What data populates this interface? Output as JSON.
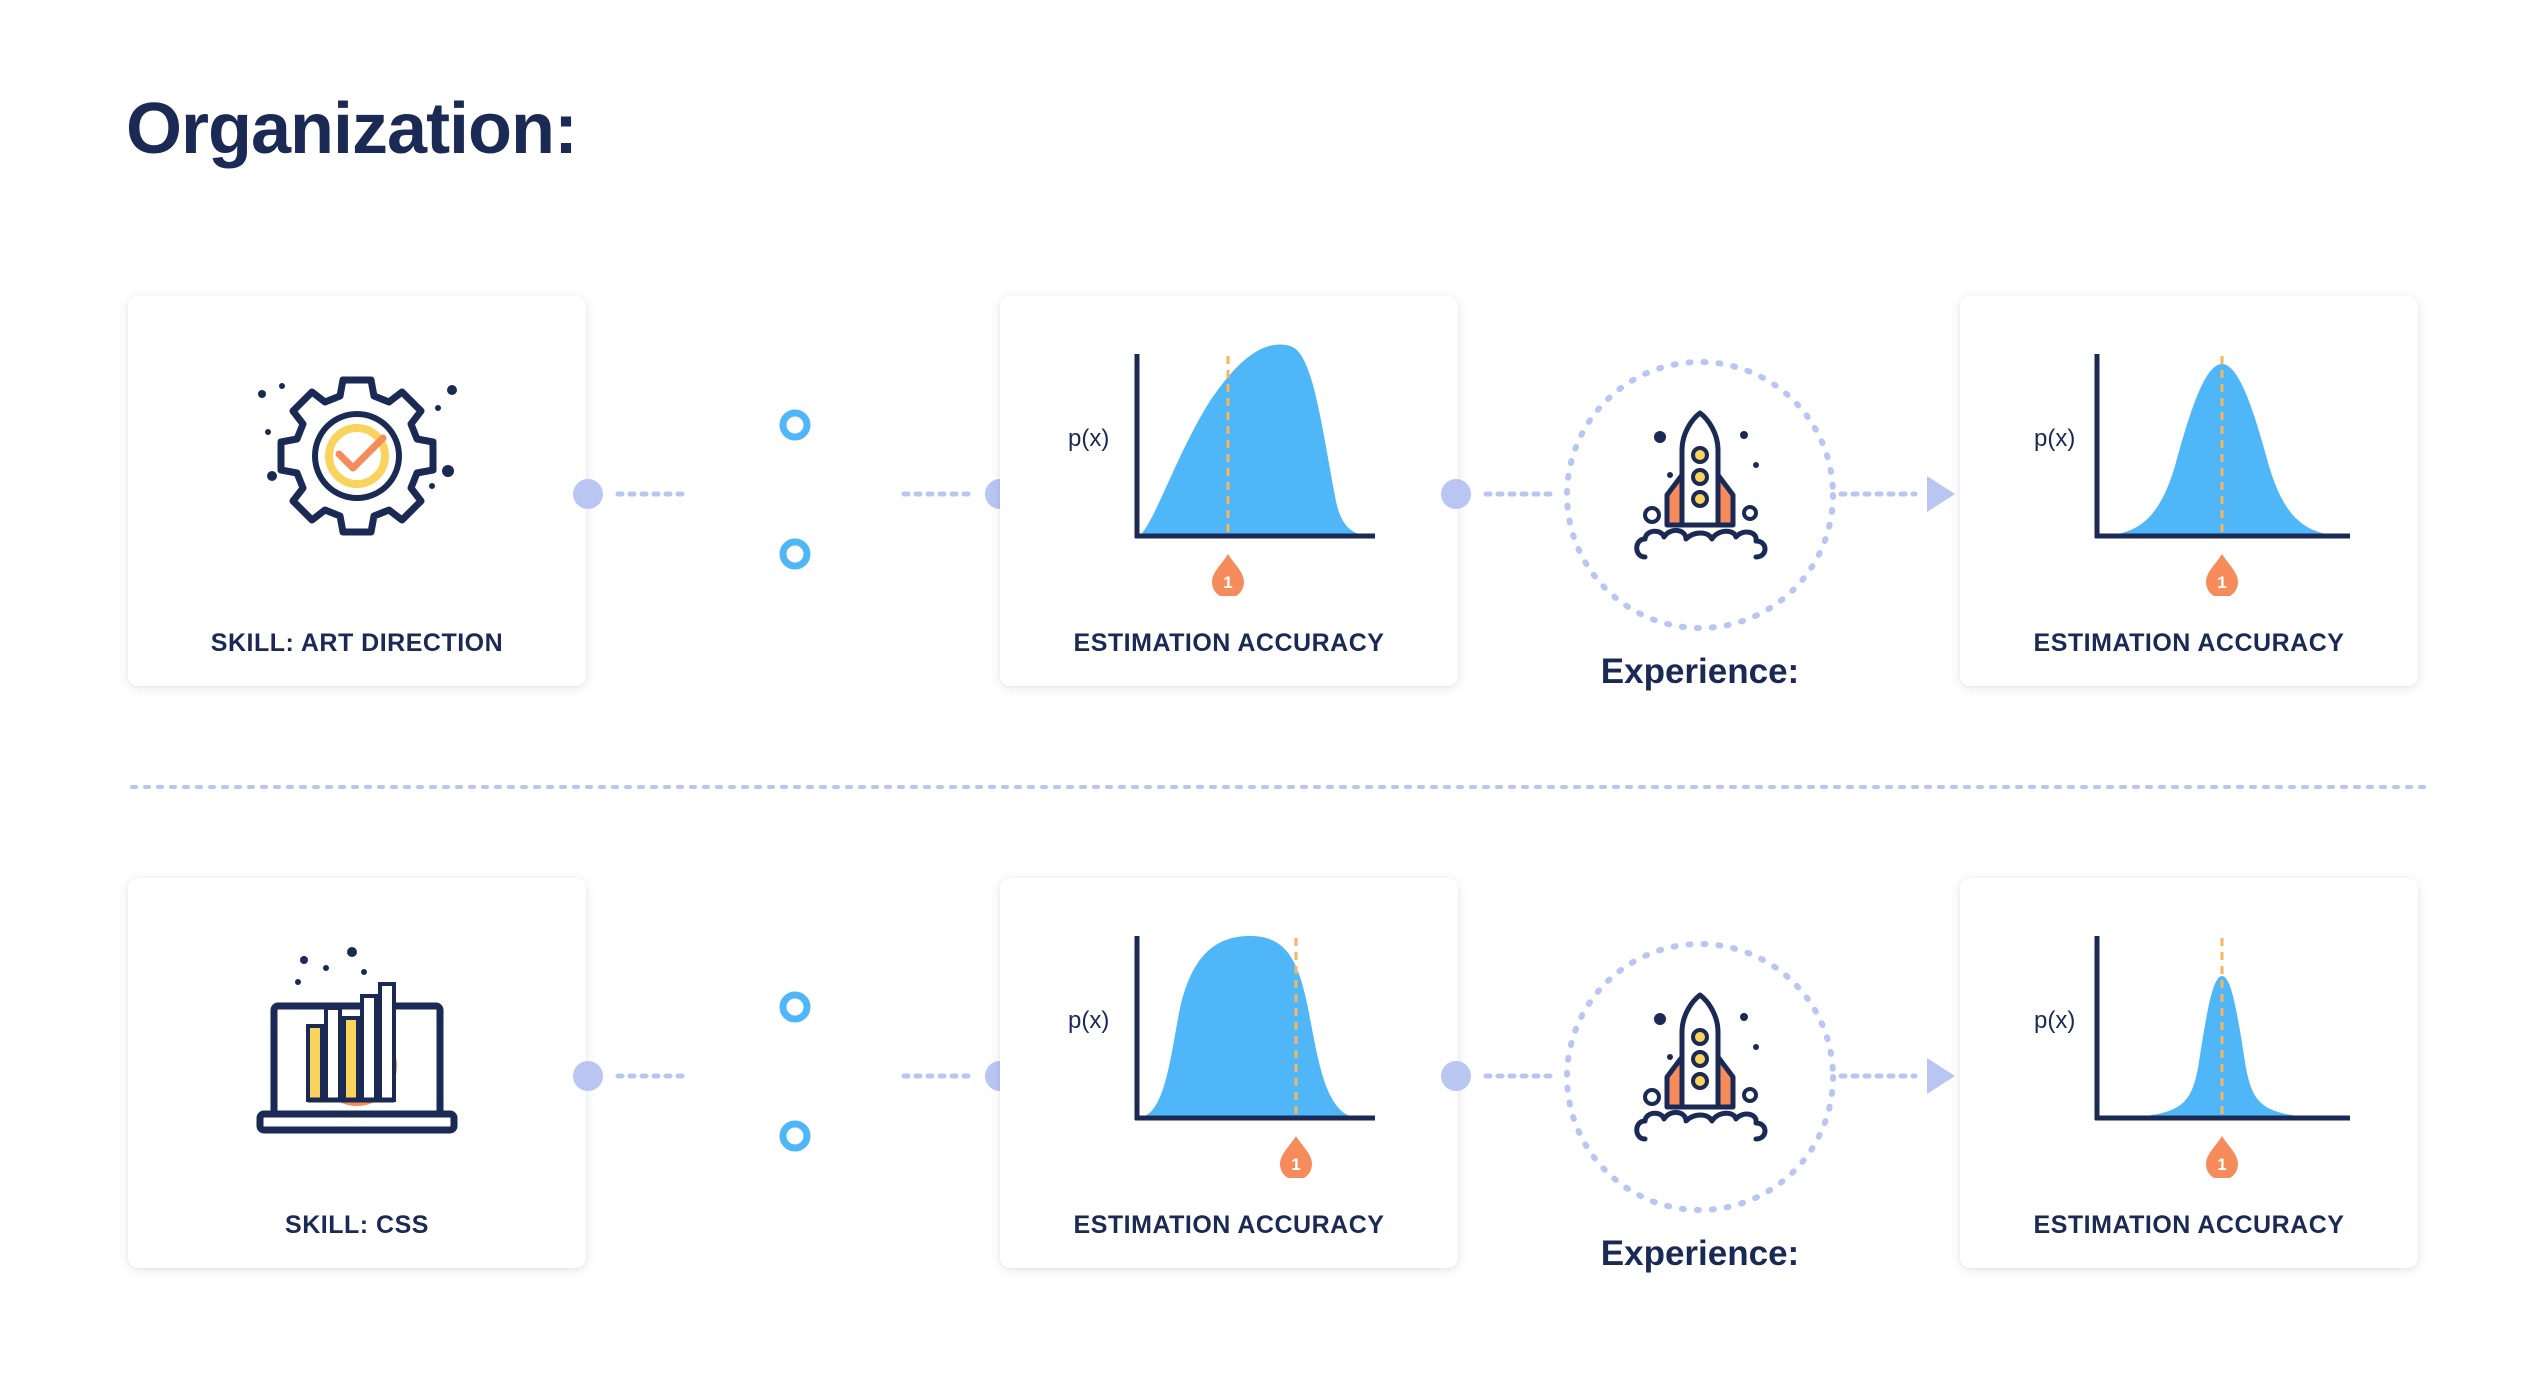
{
  "title": "Organization:",
  "rows": [
    {
      "skill": {
        "label": "SKILL: ART DIRECTION",
        "icon": "gear-check-icon"
      },
      "prior": {
        "label": "ESTIMATION ACCURACY",
        "ylabel": "p(x)",
        "marker": "1"
      },
      "experience": {
        "label": "Experience:",
        "icon": "rocket-icon"
      },
      "posterior": {
        "label": "ESTIMATION ACCURACY",
        "ylabel": "p(x)",
        "marker": "1"
      }
    },
    {
      "skill": {
        "label": "SKILL: CSS",
        "icon": "laptop-chart-icon"
      },
      "prior": {
        "label": "ESTIMATION ACCURACY",
        "ylabel": "p(x)",
        "marker": "1"
      },
      "experience": {
        "label": "Experience:",
        "icon": "rocket-icon"
      },
      "posterior": {
        "label": "ESTIMATION ACCURACY",
        "ylabel": "p(x)",
        "marker": "1"
      }
    }
  ],
  "colors": {
    "navy": "#1b2a55",
    "curve": "#4fb6f8",
    "connector": "#b9c6f2",
    "marker": "#f68b5b",
    "ring": "#4fb6f8",
    "yellow": "#f9d35b"
  }
}
